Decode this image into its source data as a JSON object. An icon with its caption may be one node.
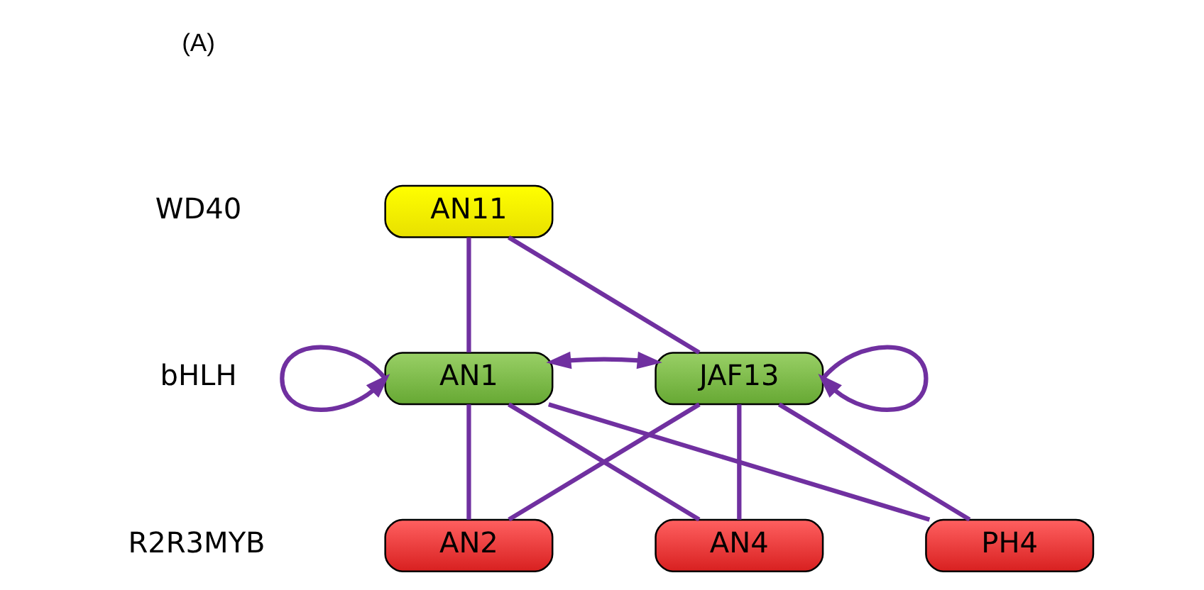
{
  "diagram": {
    "nodes": [
      {
        "text": [
          "AN11"
        ]
      },
      {
        "text": [
          "AN1"
        ]
      },
      {
        "text": [
          "JAF13"
        ]
      },
      {
        "text": [
          "AN2"
        ]
      },
      {
        "text": [
          "AN4"
        ]
      },
      {
        "text": [
          "PH4"
        ]
      }
    ],
    "edges": [
      {
        "from": 0,
        "to": 1,
        "arrow": "none"
      },
      {
        "from": 0,
        "to": 2,
        "arrow": "none"
      },
      {
        "from": 1,
        "to": 1,
        "arrow": "to"
      },
      {
        "from": 1,
        "to": 2,
        "arrow": "both"
      },
      {
        "from": 2,
        "to": 2,
        "arrow": "to"
      },
      {
        "from": 1,
        "to": 3,
        "arrow": "none"
      },
      {
        "from": 1,
        "to": 4,
        "arrow": "none"
      },
      {
        "from": 1,
        "to": 5,
        "arrow": "none"
      },
      {
        "from": 2,
        "to": 3,
        "arrow": "none"
      },
      {
        "from": 2,
        "to": 4,
        "arrow": "none"
      },
      {
        "from": 2,
        "to": 5,
        "arrow": "none"
      }
    ],
    "labels": [
      "(A)",
      "WD40",
      "bHLH",
      "R2R3MYB"
    ]
  }
}
